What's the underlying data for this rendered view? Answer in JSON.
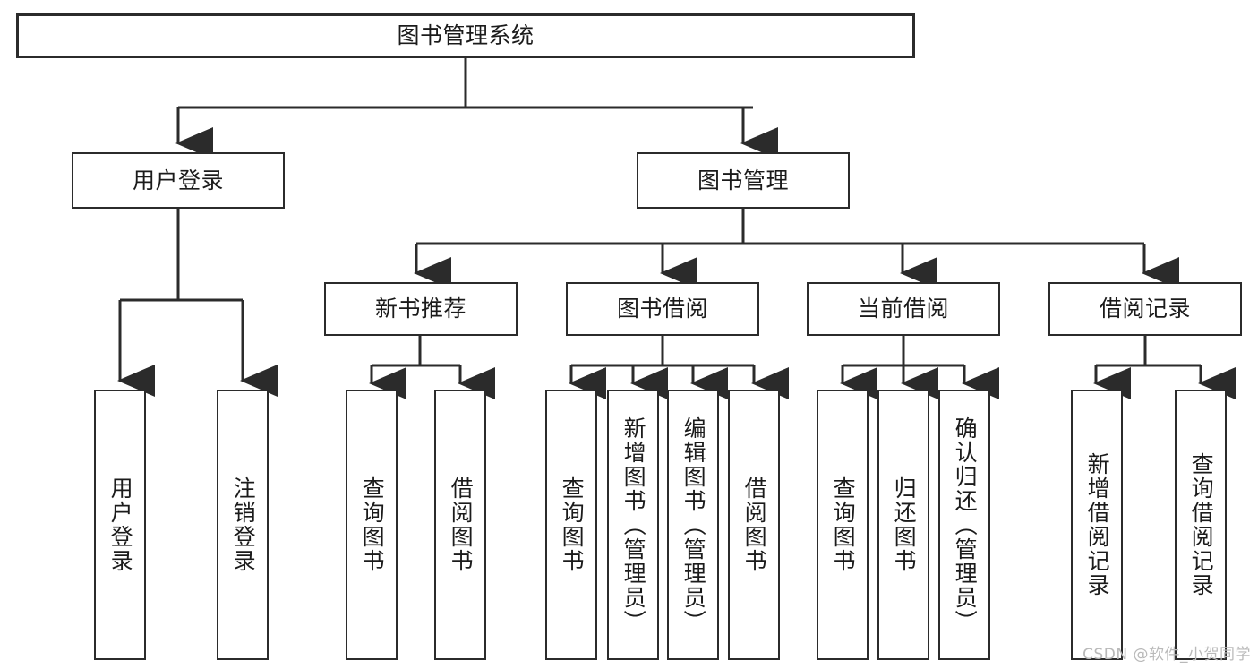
{
  "diagram": {
    "title": "图书管理系统",
    "type": "tree-structure-diagram",
    "line_color": "#2b2b2b",
    "box_fill": "#ffffff",
    "text_color": "#1b1b1b"
  },
  "root": {
    "label": "图书管理系统"
  },
  "level2": [
    {
      "label": "用户登录"
    },
    {
      "label": "图书管理"
    }
  ],
  "level3": [
    {
      "label": "新书推荐"
    },
    {
      "label": "图书借阅"
    },
    {
      "label": "当前借阅"
    },
    {
      "label": "借阅记录"
    }
  ],
  "leaves": {
    "user_login": [
      {
        "label": "用户登录"
      },
      {
        "label": "注销登录"
      }
    ],
    "new_book_recommend": [
      {
        "label": "查询图书"
      },
      {
        "label": "借阅图书"
      }
    ],
    "book_borrow": [
      {
        "label": "查询图书"
      },
      {
        "label": "新增图书（管理员）"
      },
      {
        "label": "编辑图书（管理员）"
      },
      {
        "label": "借阅图书"
      }
    ],
    "current_borrow": [
      {
        "label": "查询图书"
      },
      {
        "label": "归还图书"
      },
      {
        "label": "确认归还（管理员）"
      }
    ],
    "borrow_record": [
      {
        "label": "新增借阅记录"
      },
      {
        "label": "查询借阅记录"
      }
    ]
  },
  "watermark": {
    "text": "CSDN @软件_小贺同学"
  }
}
